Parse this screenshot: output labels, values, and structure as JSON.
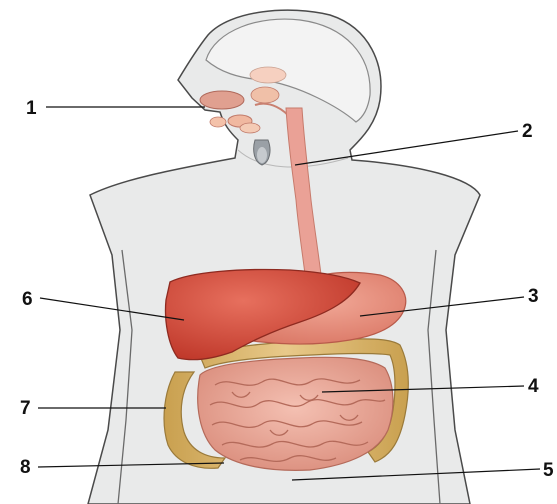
{
  "diagram": {
    "callouts": [
      {
        "id": "1",
        "label": "1"
      },
      {
        "id": "2",
        "label": "2"
      },
      {
        "id": "3",
        "label": "3"
      },
      {
        "id": "4",
        "label": "4"
      },
      {
        "id": "5",
        "label": "5"
      },
      {
        "id": "6",
        "label": "6"
      },
      {
        "id": "7",
        "label": "7"
      },
      {
        "id": "8",
        "label": "8"
      }
    ],
    "colors": {
      "body_fill": "#e9eaea",
      "outline": "#4a4a4a",
      "liver": "#d9574a",
      "stomach": "#e58a7a",
      "esophagus": "#eaa196",
      "small_intestine": "#e9a394",
      "large_intestine": "#d9b46a",
      "leader_line": "#111111"
    }
  }
}
